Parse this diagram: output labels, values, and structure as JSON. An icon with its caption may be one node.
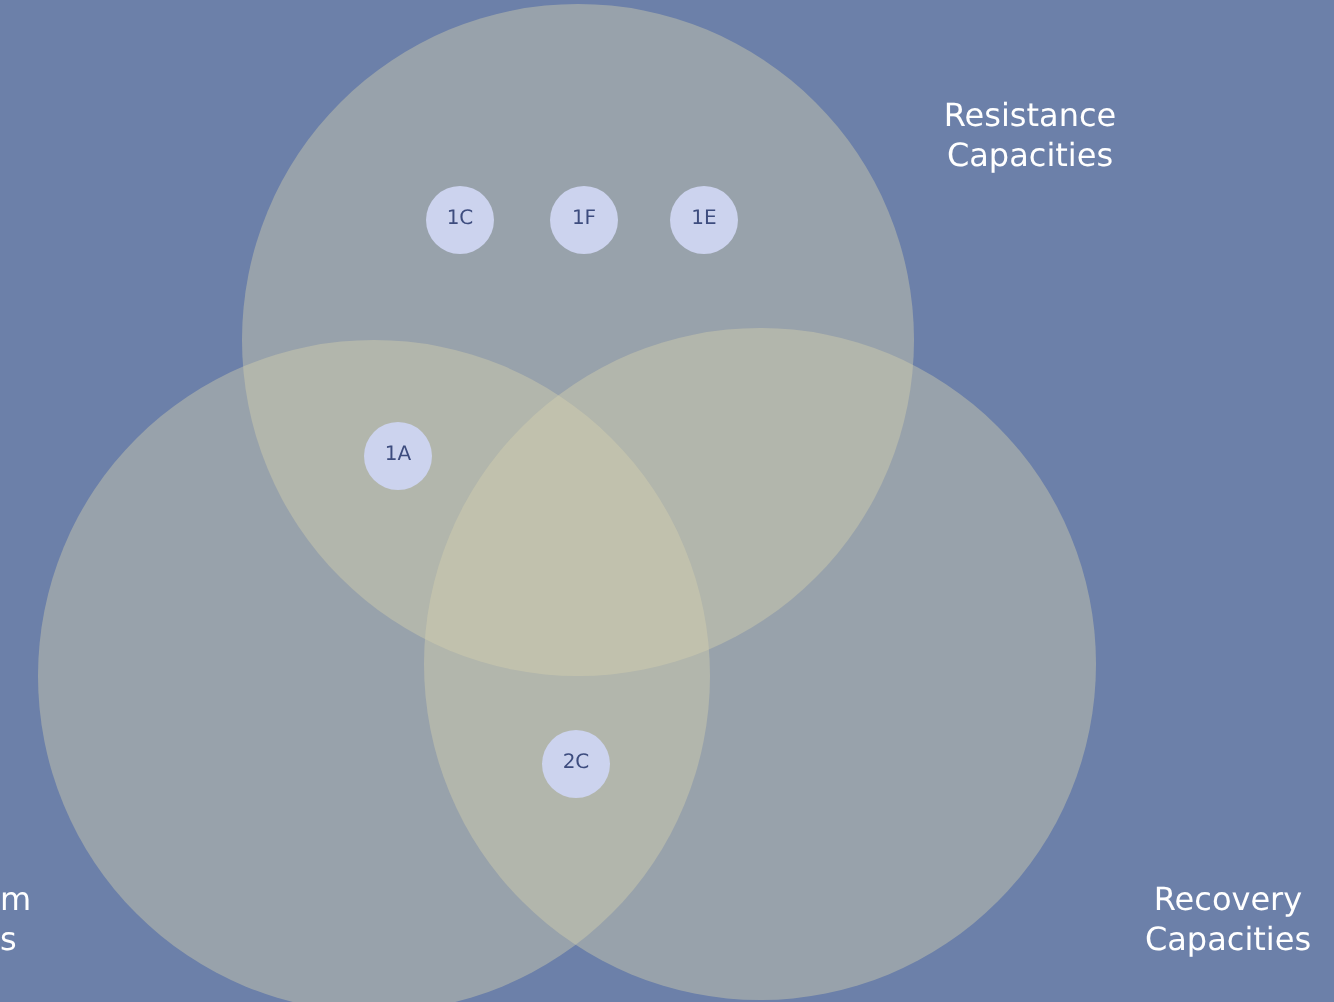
{
  "diagram": {
    "nodes": [
      {
        "text": [
          "Resistance Capacities"
        ]
      },
      {
        "text": [
          "1C"
        ],
        "in": 0
      },
      {
        "text": [
          "1F"
        ],
        "in": 0
      },
      {
        "text": [
          "1E"
        ],
        "in": 0
      },
      {
        "text": [
          "1A"
        ]
      },
      {
        "text": [
          "m s"
        ]
      },
      {
        "text": [
          "2C"
        ]
      },
      {
        "text": [
          "Recovery Capacities"
        ]
      }
    ],
    "edges": []
  }
}
